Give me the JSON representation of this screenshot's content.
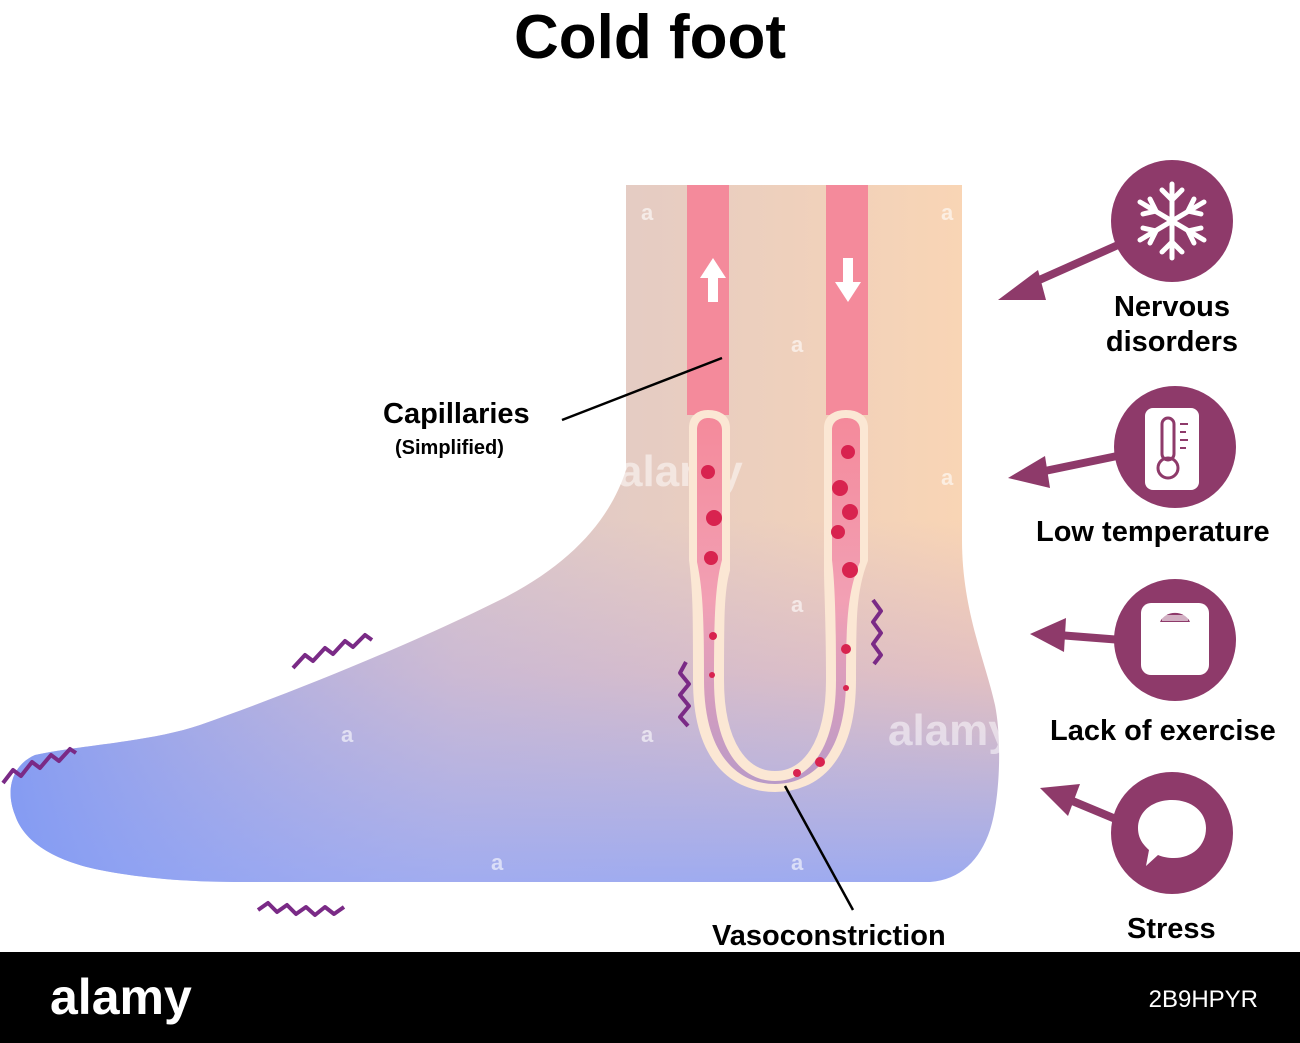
{
  "title": "Cold foot",
  "labels": {
    "capillaries": "Capillaries",
    "simplified": "(Simplified)",
    "vasoconstriction": "Vasoconstriction"
  },
  "causes": [
    {
      "icon": "snowflake-icon",
      "label_lines": [
        "Nervous",
        "disorders"
      ]
    },
    {
      "icon": "thermometer-icon",
      "label_lines": [
        "Low temperature"
      ]
    },
    {
      "icon": "bathroom-scale-icon",
      "label_lines": [
        "Lack of exercise"
      ]
    },
    {
      "icon": "speech-bubble-icon",
      "label_lines": [
        "Stress"
      ]
    }
  ],
  "watermark": {
    "brand": "alamy",
    "image_id": "2B9HPYR",
    "small_mark": "a"
  },
  "colors": {
    "skin_warm": "#fbd6b3",
    "skin_cold": "#8ea3f2",
    "vessel": "#f48a9b",
    "blood_cell": "#d8234f",
    "cause_circle": "#8e3a6a",
    "shiver": "#7a2a86"
  }
}
